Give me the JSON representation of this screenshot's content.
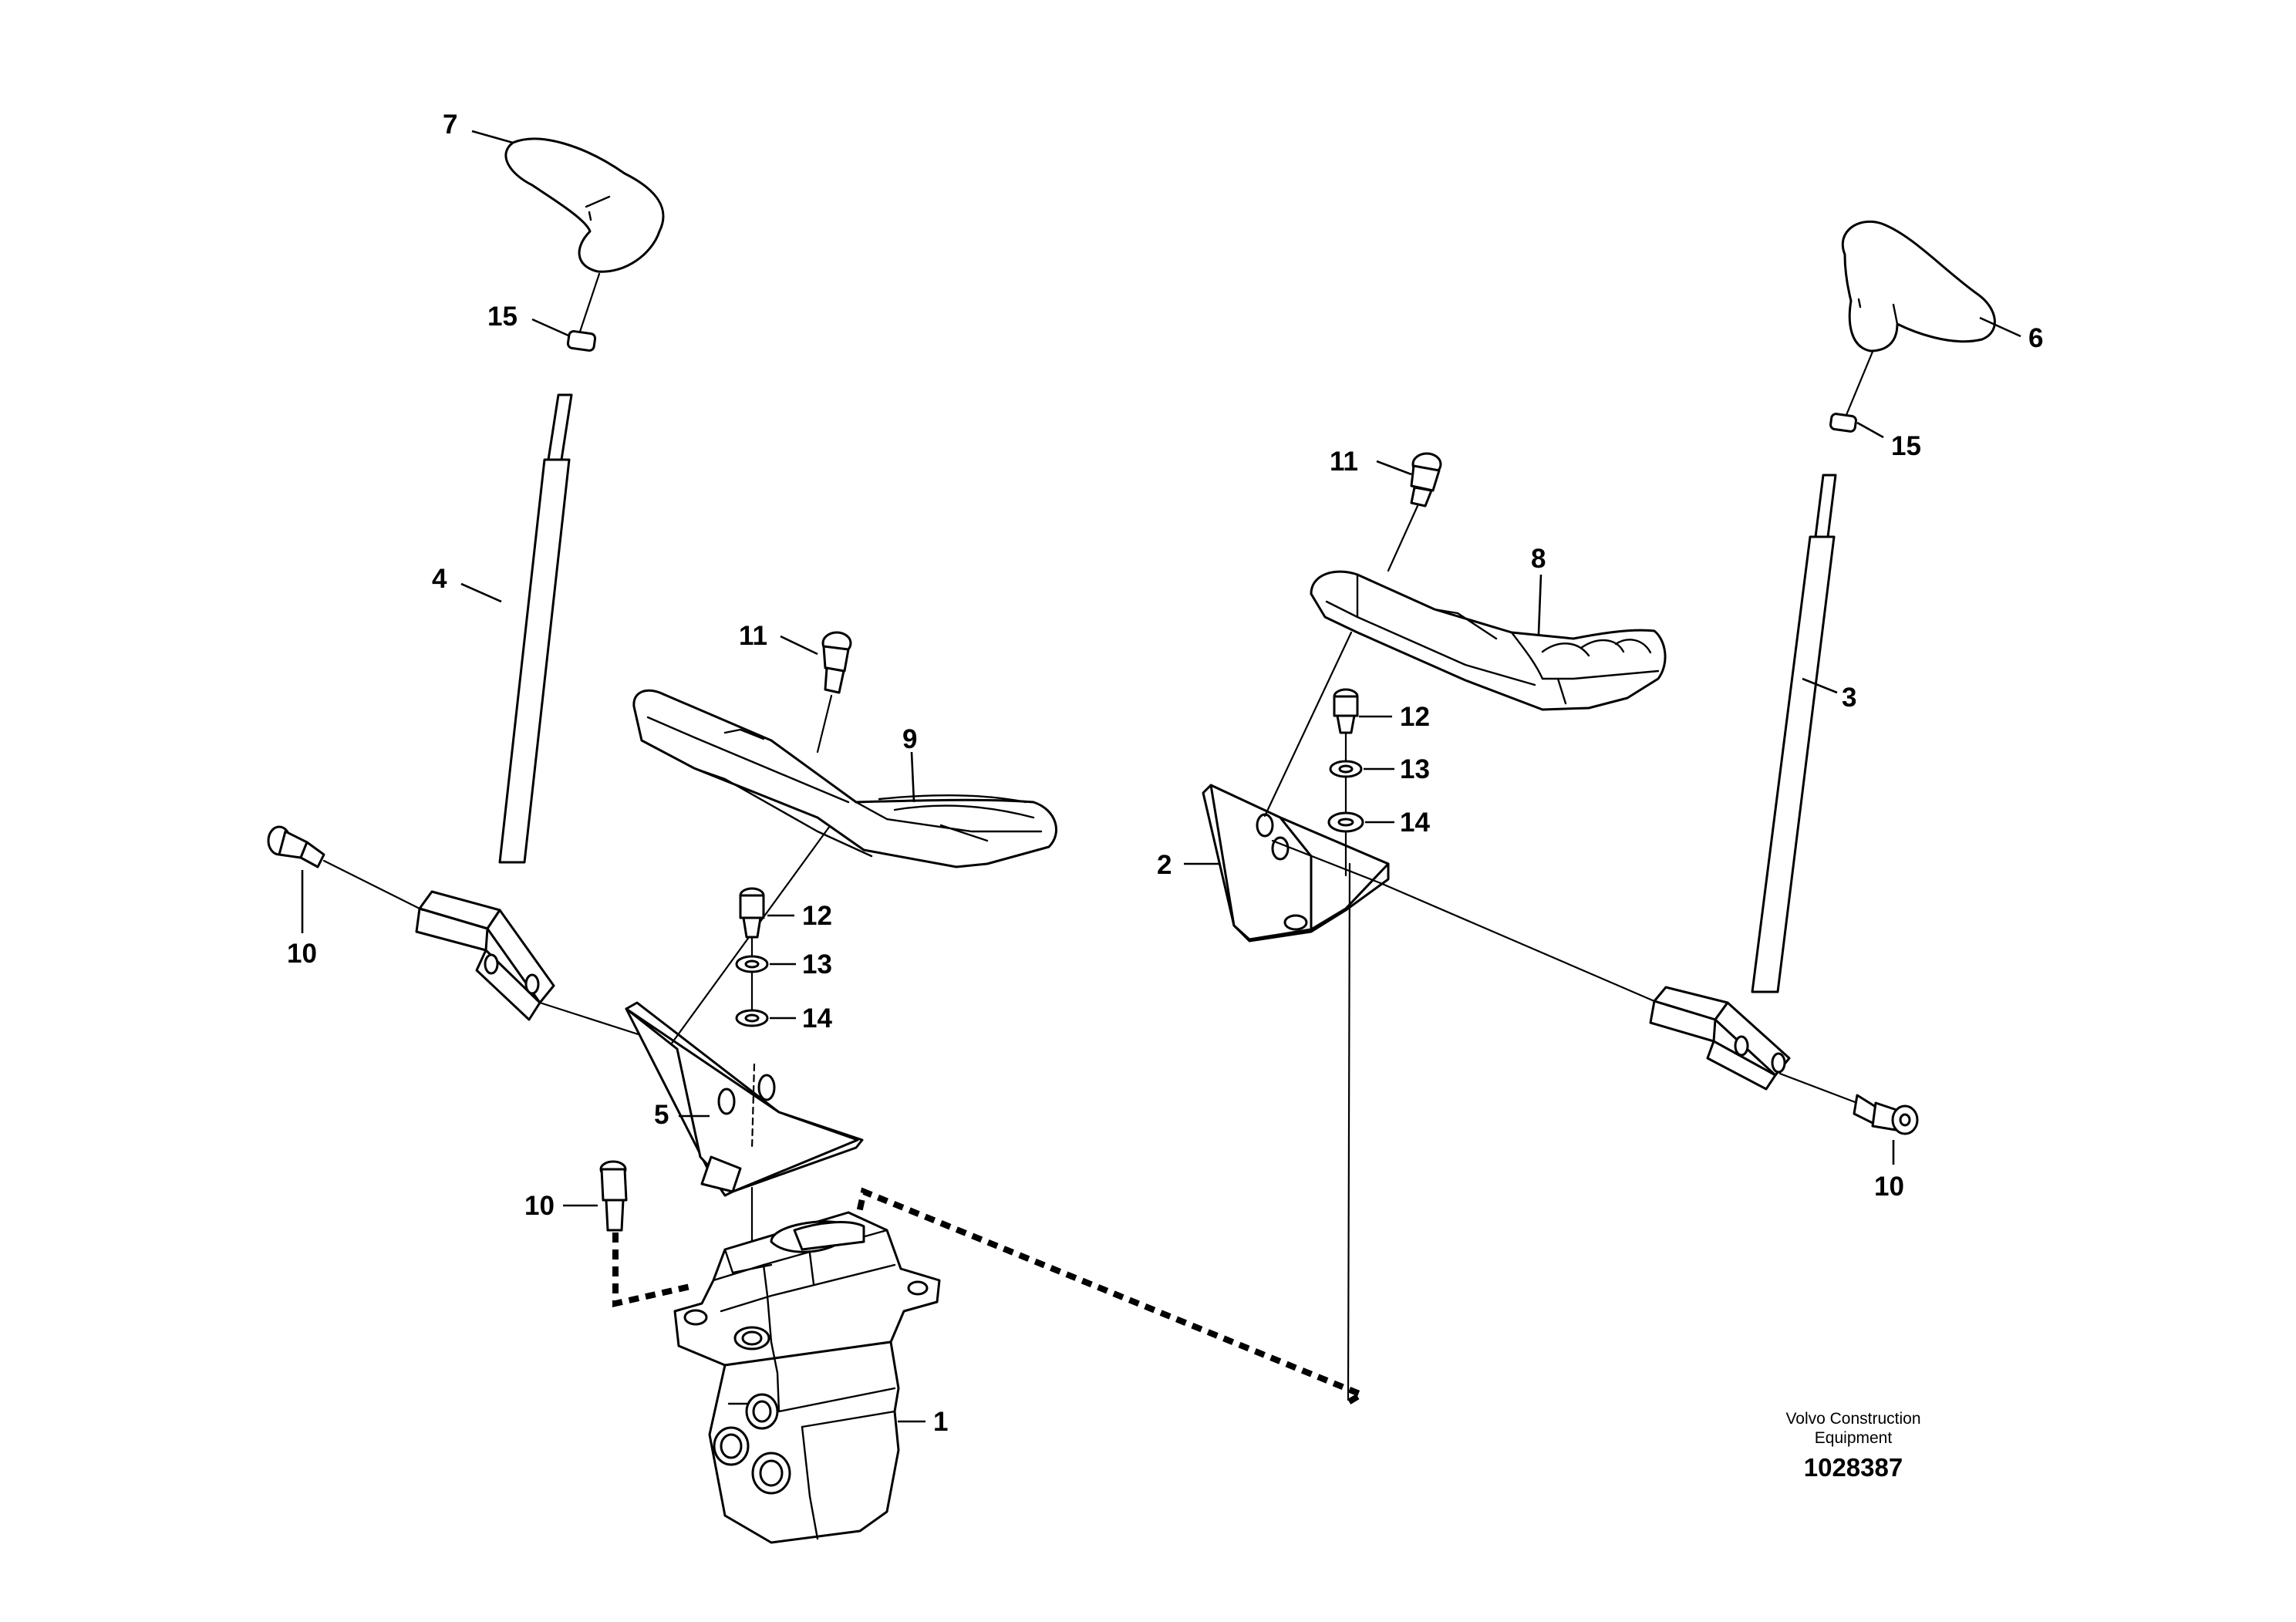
{
  "diagram": {
    "callouts": {
      "c7": "7",
      "c15a": "15",
      "c4": "4",
      "c10a": "10",
      "c11a": "11",
      "c9": "9",
      "c12a": "12",
      "c13a": "13",
      "c14a": "14",
      "c5": "5",
      "c10b": "10",
      "c1": "1",
      "c11b": "11",
      "c8": "8",
      "c12b": "12",
      "c13b": "13",
      "c14b": "14",
      "c2": "2",
      "c6": "6",
      "c15b": "15",
      "c3": "3",
      "c10c": "10"
    },
    "caption": {
      "line1": "Volvo Construction",
      "line2": "Equipment",
      "number": "1028387"
    }
  }
}
